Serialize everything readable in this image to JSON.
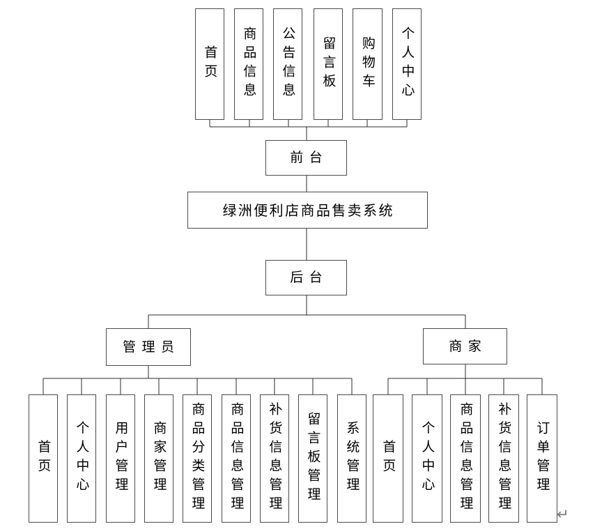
{
  "diagram_title": "绿洲便利店商品售卖系统",
  "nodes": {
    "root": "绿洲便利店商品售卖系统",
    "front": "前台",
    "back": "后台",
    "admin": "管理员",
    "merchant": "商家",
    "front_children": [
      "首页",
      "商品信息",
      "公告信息",
      "留言板",
      "购物车",
      "个人中心"
    ],
    "admin_children": [
      "首页",
      "个人中心",
      "用户管理",
      "商家管理",
      "商品分类管理",
      "商品信息管理",
      "补货信息管理",
      "留言板管理",
      "系统管理"
    ],
    "merchant_children": [
      "首页",
      "个人中心",
      "商品信息管理",
      "补货信息管理",
      "订单管理"
    ]
  },
  "marks": {
    "paragraph_return": "↵"
  },
  "colors": {
    "background": "#ffffff",
    "box_border": "#4a4a4a",
    "line": "#2b2b2b",
    "text": "#000000",
    "return_mark": "#7a7a7a"
  }
}
